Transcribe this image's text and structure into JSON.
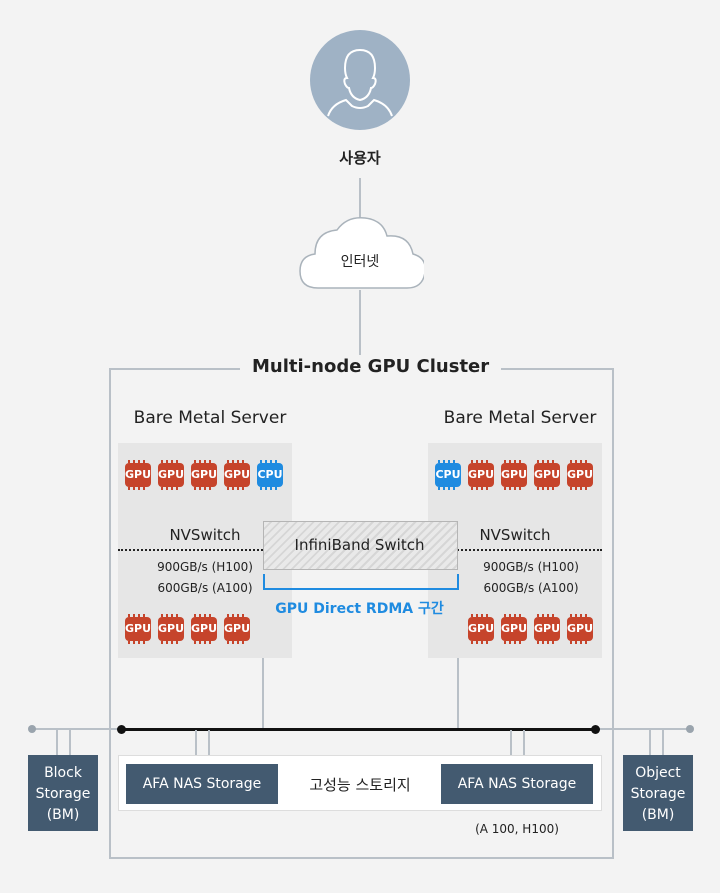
{
  "user": {
    "label": "사용자"
  },
  "internet": {
    "label": "인터넷"
  },
  "cluster": {
    "title": "Multi-node GPU Cluster"
  },
  "left_server": {
    "title": "Bare Metal Server",
    "top_chips": [
      "GPU",
      "GPU",
      "GPU",
      "GPU",
      "CPU"
    ],
    "bottom_chips": [
      "GPU",
      "GPU",
      "GPU",
      "GPU"
    ],
    "switch_label": "NVSwitch",
    "bandwidth_1": "900GB/s (H100)",
    "bandwidth_2": "600GB/s (A100)"
  },
  "right_server": {
    "title": "Bare Metal Server",
    "top_chips": [
      "CPU",
      "GPU",
      "GPU",
      "GPU",
      "GPU"
    ],
    "bottom_chips": [
      "GPU",
      "GPU",
      "GPU",
      "GPU"
    ],
    "switch_label": "NVSwitch",
    "bandwidth_1": "900GB/s (H100)",
    "bandwidth_2": "600GB/s (A100)"
  },
  "infiniband": {
    "label": "InfiniBand Switch"
  },
  "rdma": {
    "label": "GPU Direct RDMA 구간"
  },
  "storage": {
    "block_lines": [
      "Block",
      "Storage",
      "(BM)"
    ],
    "object_lines": [
      "Object",
      "Storage",
      "(BM)"
    ],
    "afa_left": "AFA NAS Storage",
    "afa_right": "AFA NAS Storage",
    "high_perf": "고성능 스토리지",
    "note": "(A 100, H100)"
  },
  "colors": {
    "gpu": "#c6442b",
    "cpu": "#1f8be0",
    "rdma": "#1f8be0",
    "storage": "#435a70"
  }
}
